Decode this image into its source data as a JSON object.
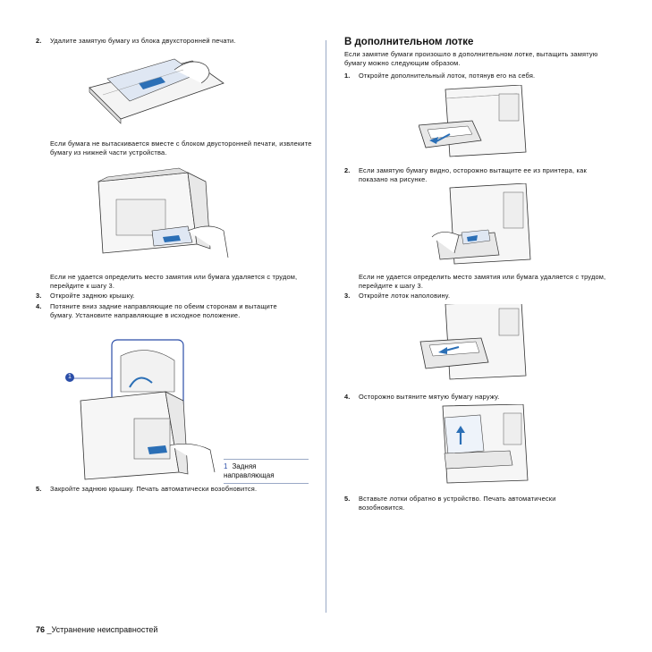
{
  "left": {
    "step2": {
      "num": "2.",
      "text": "Удалите замятую бумагу из блока двухсторонней печати."
    },
    "para1": "Если бумага не вытаскивается вместе с блоком двусторонней печати, извлеките бумагу из нижней части устройства.",
    "para2": "Если не удается определить место замятия или бумага удаляется с трудом, перейдите к шагу 3.",
    "step3": {
      "num": "3.",
      "text": "Откройте заднюю крышку."
    },
    "step4": {
      "num": "4.",
      "text": "Потяните вниз задние направляющие по обеим сторонам и вытащите бумагу. Установите направляющие в исходное положение."
    },
    "callout": "1",
    "legend": {
      "num": "1",
      "text": "Задняя направляющая"
    },
    "step5": {
      "num": "5.",
      "text": "Закройте заднюю крышку. Печать автоматически возобновится."
    }
  },
  "right": {
    "heading": "В дополнительном лотке",
    "intro": "Если замятие бумаги произошло в дополнительном лотке, вытащить замятую бумагу можно следующим образом.",
    "step1": {
      "num": "1.",
      "text": "Откройте дополнительный лоток, потянув его на себя."
    },
    "step2": {
      "num": "2.",
      "text": "Если замятую бумагу видно, осторожно вытащите ее из принтера, как показано на рисунке."
    },
    "para": "Если не удается определить место замятия или бумага удаляется с трудом, перейдите к шагу 3.",
    "step3": {
      "num": "3.",
      "text": "Откройте лоток наполовину."
    },
    "step4": {
      "num": "4.",
      "text": "Осторожно вытяните мятую бумагу наружу."
    },
    "step5": {
      "num": "5.",
      "text": "Вставьте лотки обратно в устройство. Печать автоматически возобновится."
    }
  },
  "footer": {
    "page": "76",
    "title": "_Устранение неисправностей"
  },
  "colors": {
    "accent": "#2b4ea8",
    "divider": "#9aa9c6",
    "arrow": "#2b6fb6"
  }
}
